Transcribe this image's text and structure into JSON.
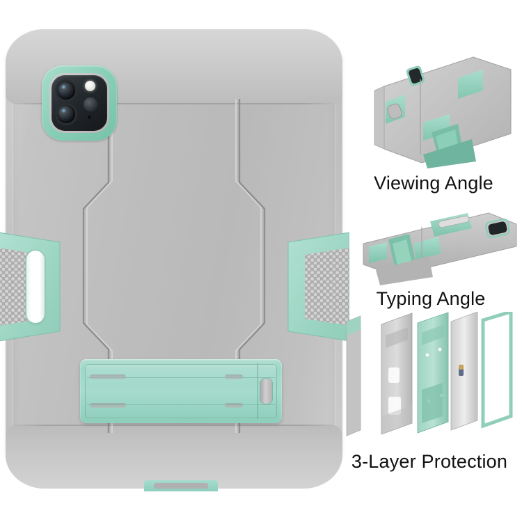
{
  "product": {
    "name": "Rugged Hybrid Tablet Case with Kickstand",
    "body_color": "#bcbcbc",
    "accent_color": "#9ed8c8",
    "background_color": "#ffffff",
    "dark_lens_color": "#1b1f22",
    "highlight_color": "#ffffff"
  },
  "main_view": {
    "label": "main-case-back-view",
    "camera": {
      "label": "camera-module",
      "lens_count": 2,
      "has_lidar": true,
      "has_flash": true,
      "ring_color": "#86cdb5"
    },
    "kickstand": {
      "label": "kickstand-panel",
      "color": "#9ed8c8",
      "state": "closed"
    },
    "side_grips": {
      "label": "textured-side-grip",
      "texture": "honeycomb",
      "count": 2
    },
    "port_cover": {
      "label": "bottom-port-cover",
      "color": "#9ed8c8"
    }
  },
  "thumbnails": [
    {
      "id": "viewing-angle",
      "caption": "Viewing Angle",
      "description": "case propped at steep viewing angle with kickstand extended"
    },
    {
      "id": "typing-angle",
      "caption": "Typing Angle",
      "description": "case propped at low typing angle with kickstand extended"
    },
    {
      "id": "three-layer-protection",
      "caption": "3-Layer Protection",
      "description": "exploded view showing outer shell, inner frame, tablet and front bezel",
      "layers": [
        "outer hard shell",
        "inner silicone frame",
        "tablet device",
        "front bezel frame"
      ]
    }
  ]
}
